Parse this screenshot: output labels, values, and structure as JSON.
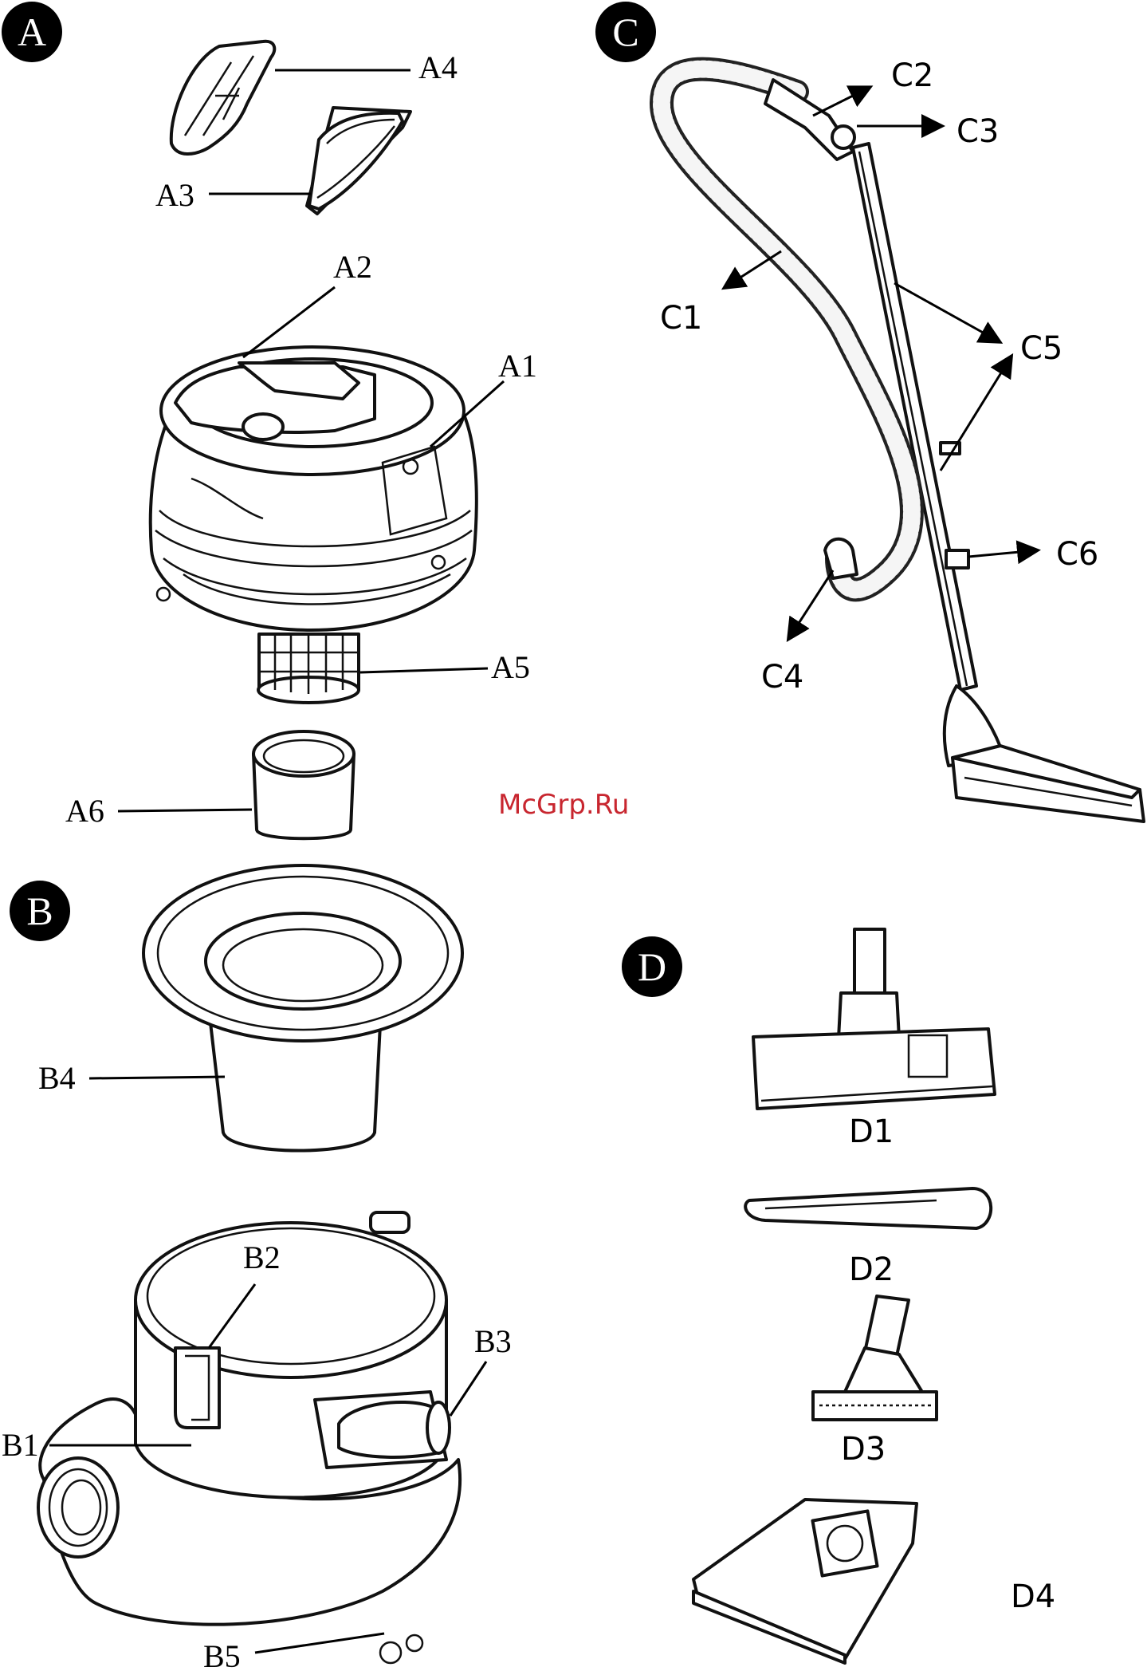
{
  "sections": {
    "A": {
      "badge": "A",
      "labels": {
        "a1": "A1",
        "a2": "A2",
        "a3": "A3",
        "a4": "A4",
        "a5": "A5",
        "a6": "A6"
      }
    },
    "B": {
      "badge": "B",
      "labels": {
        "b1": "B1",
        "b2": "B2",
        "b3": "B3",
        "b4": "B4",
        "b5": "B5"
      }
    },
    "C": {
      "badge": "C",
      "labels": {
        "c1": "C1",
        "c2": "C2",
        "c3": "C3",
        "c4": "C4",
        "c5": "C5",
        "c6": "C6"
      }
    },
    "D": {
      "badge": "D",
      "labels": {
        "d1": "D1",
        "d2": "D2",
        "d3": "D3",
        "d4": "D4"
      }
    }
  },
  "watermark": "McGrp.Ru",
  "colors": {
    "badge": "#000000",
    "watermark": "#c8262f",
    "line": "#000000"
  }
}
